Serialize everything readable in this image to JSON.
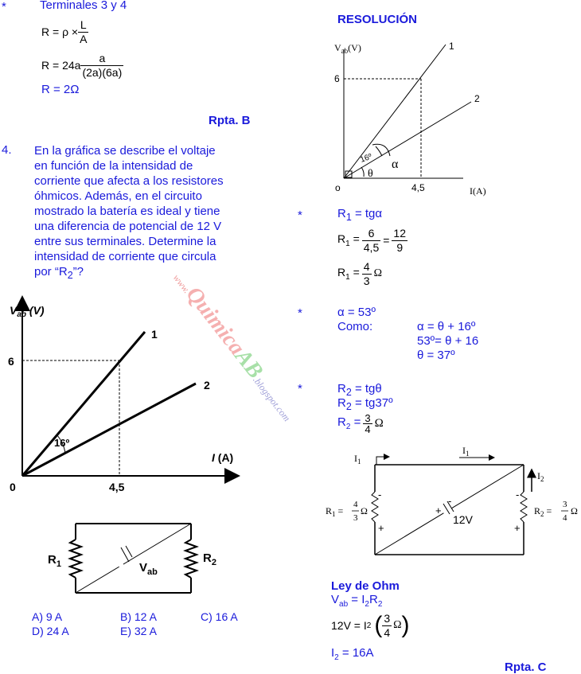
{
  "left": {
    "item3": {
      "bullet": "*",
      "heading": "Terminales 3 y 4",
      "eq1_lhs": "R = ρ ×",
      "eq1_num": "L",
      "eq1_den": "A",
      "eq2_lhs": "R = 24a",
      "eq2_num": "a",
      "eq2_den": "(2a)(6a)",
      "eq3": "R = 2Ω",
      "answer": "Rpta. B"
    },
    "item4": {
      "number": "4.",
      "line1": "En la  gráfica se describe el voltaje",
      "line2": "en función de la intensidad de",
      "line3": "corriente que afecta a los resistores",
      "line4": "óhmicos. Además, en el circuito",
      "line5": "mostrado la batería es ideal y tiene",
      "line6": "una diferencia de potencial de 12 V",
      "line7": "entre sus terminales. Determine la",
      "line8": "intensidad de corriente que circula",
      "line9_a": "por  “R",
      "line9_sub": "2",
      "line9_b": "”?"
    },
    "graph": {
      "y_label": "V",
      "y_sub": "ab",
      "y_unit": " (V)",
      "x_label": "I",
      "x_unit": " (A)",
      "y_tick": "6",
      "x_tick": "4,5",
      "origin": "0",
      "line1_label": "1",
      "line2_label": "2",
      "angle_label": "16º"
    },
    "circuit": {
      "r1": "R",
      "r1_sub": "1",
      "r2": "R",
      "r2_sub": "2",
      "vab": "V",
      "vab_sub": "ab"
    },
    "options": [
      {
        "label": "A) 9 A"
      },
      {
        "label": "B) 12 A"
      },
      {
        "label": "C) 16 A"
      },
      {
        "label": "D) 24 A"
      },
      {
        "label": "E) 32 A"
      }
    ]
  },
  "watermark": {
    "prefix": "www.",
    "main": "Quimica",
    "accent": "AB",
    "suffix": ".blogspot.com"
  },
  "right": {
    "title": "RESOLUCIÓN",
    "graph": {
      "y_label": "V",
      "y_sub": "ab",
      "y_unit": "(V)",
      "x_label": "I(A)",
      "y_tick": "6",
      "x_tick": "4,5",
      "origin": "o",
      "line1_label": "1",
      "line2_label": "2",
      "angle16": "16º",
      "alpha": "α",
      "theta": "θ"
    },
    "step1": {
      "bullet": "*",
      "a_lhs": "R",
      "a_sub": "1",
      "a_rhs": " = tgα",
      "b_num1": "6",
      "b_den1": "4,5",
      "b_num2": "12",
      "b_den2": "9",
      "c_num": "4",
      "c_den": "3",
      "c_unit": "Ω"
    },
    "step2": {
      "bullet": "*",
      "line1": "α = 53º",
      "como": "Como:",
      "r1": "α   = θ + 16º",
      "r2": "53º= θ + 16",
      "r3": "θ    = 37º"
    },
    "step3": {
      "bullet": "*",
      "l1_lhs": "R",
      "l1_sub": "2",
      "l1_rhs": " = tgθ",
      "l2_rhs": " = tg37º",
      "l3_num": "3",
      "l3_den": "4",
      "l3_unit": "Ω"
    },
    "circuit": {
      "i1_left": "I",
      "i1_left_sub": "1",
      "i1_top": "I",
      "i1_top_sub": "1",
      "i2": "I",
      "i2_sub": "2",
      "r1_lhs": "R",
      "r1_sub": "1",
      "r1_num": "4",
      "r1_den": "3",
      "r1_unit": "Ω",
      "r2_lhs": "R",
      "r2_sub": "2",
      "r2_num": "3",
      "r2_den": "4",
      "r2_unit": "Ω",
      "battery": "12V",
      "plus": "+",
      "minus": "-"
    },
    "ohm": {
      "title": "Ley de Ohm",
      "l1_a": "V",
      "l1_a_sub": "ab",
      "l1_b": " = I",
      "l1_b_sub": "2",
      "l1_c": "R",
      "l1_c_sub": "2",
      "l2_lhs": "12V = I",
      "l2_sub": "2",
      "l2_num": "3",
      "l2_den": "4",
      "l2_unit": "Ω",
      "l3_a": "I",
      "l3_sub": "2",
      "l3_b": " = 16A"
    },
    "answer": "Rpta. C"
  }
}
